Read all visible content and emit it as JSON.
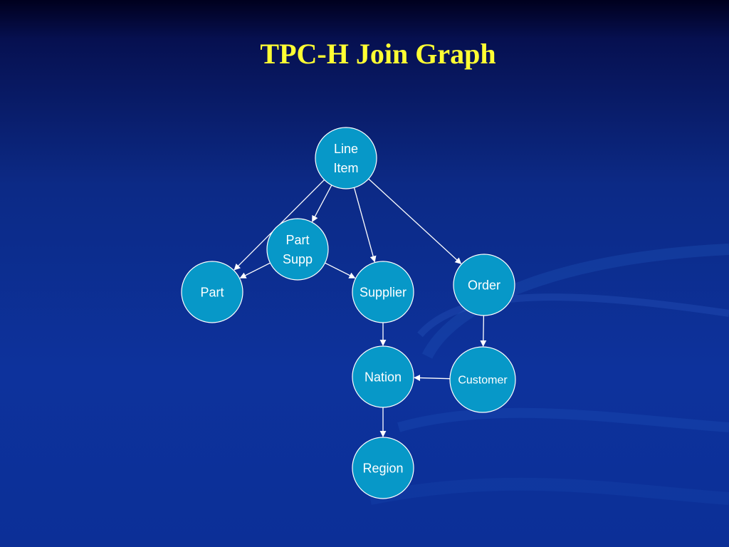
{
  "slide": {
    "title": "TPC-H Join Graph"
  },
  "colors": {
    "title": "#ffff33",
    "node_fill": "#0798c8",
    "node_stroke": "#ffffff",
    "edge": "#ffffff",
    "background": "#0c2f97"
  },
  "diagram": {
    "nodes": [
      {
        "id": "lineitem",
        "lines": [
          "Line",
          "Item"
        ]
      },
      {
        "id": "partsupp",
        "lines": [
          "Part",
          "Supp"
        ]
      },
      {
        "id": "part",
        "lines": [
          "Part"
        ]
      },
      {
        "id": "supplier",
        "lines": [
          "Supplier"
        ]
      },
      {
        "id": "order",
        "lines": [
          "Order"
        ]
      },
      {
        "id": "nation",
        "lines": [
          "Nation"
        ]
      },
      {
        "id": "customer",
        "lines": [
          "Customer"
        ]
      },
      {
        "id": "region",
        "lines": [
          "Region"
        ]
      }
    ],
    "edges": [
      {
        "from": "lineitem",
        "to": "part"
      },
      {
        "from": "lineitem",
        "to": "partsupp"
      },
      {
        "from": "lineitem",
        "to": "supplier"
      },
      {
        "from": "lineitem",
        "to": "order"
      },
      {
        "from": "partsupp",
        "to": "part"
      },
      {
        "from": "partsupp",
        "to": "supplier"
      },
      {
        "from": "supplier",
        "to": "nation"
      },
      {
        "from": "order",
        "to": "customer"
      },
      {
        "from": "customer",
        "to": "nation"
      },
      {
        "from": "nation",
        "to": "region"
      }
    ]
  }
}
